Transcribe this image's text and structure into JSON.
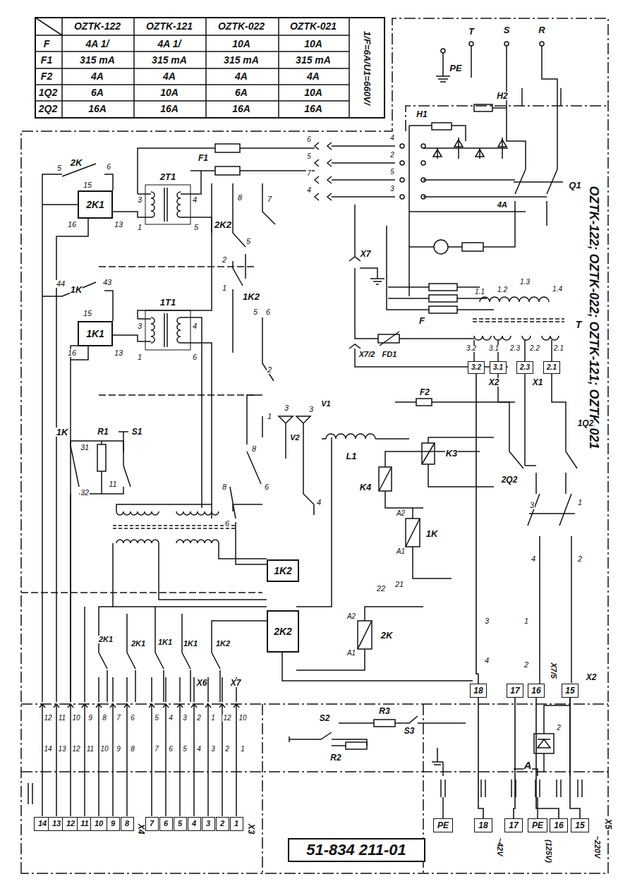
{
  "diagram": {
    "nodes": [
      {
        "text": [
          "2K1"
        ]
      },
      {
        "text": [
          "1K1"
        ]
      },
      {
        "text": [
          "1K2"
        ]
      },
      {
        "text": [
          "2K2"
        ]
      },
      {
        "text": [
          "3.2"
        ]
      },
      {
        "text": [
          "3.1"
        ]
      },
      {
        "text": [
          "2.3"
        ]
      },
      {
        "text": [
          "2.1"
        ]
      },
      {
        "text": [
          "18"
        ]
      },
      {
        "text": [
          "17"
        ]
      },
      {
        "text": [
          "16"
        ]
      },
      {
        "text": [
          "15"
        ]
      },
      {
        "text": [
          "PE"
        ]
      },
      {
        "text": [
          "18"
        ]
      },
      {
        "text": [
          "17"
        ]
      },
      {
        "text": [
          "PE"
        ]
      },
      {
        "text": [
          "16"
        ]
      },
      {
        "text": [
          "15"
        ]
      },
      {
        "text": [
          "14"
        ]
      },
      {
        "text": [
          "13"
        ]
      },
      {
        "text": [
          "12"
        ]
      },
      {
        "text": [
          "11"
        ]
      },
      {
        "text": [
          "10"
        ]
      },
      {
        "text": [
          "9"
        ]
      },
      {
        "text": [
          "8"
        ]
      },
      {
        "text": [
          "7"
        ]
      },
      {
        "text": [
          "6"
        ]
      },
      {
        "text": [
          "5"
        ]
      },
      {
        "text": [
          "4"
        ]
      },
      {
        "text": [
          "3"
        ]
      },
      {
        "text": [
          "2"
        ]
      },
      {
        "text": [
          "1"
        ]
      },
      {
        "text": [
          "51-834 211-01"
        ]
      }
    ],
    "edges": [
      {
        "from": 4,
        "to": 8,
        "arrow": "none"
      },
      {
        "from": 8,
        "to": 13,
        "arrow": "none"
      },
      {
        "from": 9,
        "to": 14,
        "arrow": "none"
      },
      {
        "from": 10,
        "to": 16,
        "arrow": "none"
      },
      {
        "from": 11,
        "to": 17,
        "arrow": "none"
      }
    ],
    "labels": [
      "OZTK-122",
      "OZTK-121",
      "OZTK-022",
      "OZTK-021",
      "F",
      "4A 1/",
      "4A 1/",
      "10A",
      "10A",
      "F1",
      "315 mA",
      "315 mA",
      "315 mA",
      "315 mA",
      "F2",
      "4A",
      "4A",
      "4A",
      "4A",
      "1Q2",
      "6A",
      "10A",
      "6A",
      "10A",
      "2Q2",
      "16A",
      "16A",
      "16A",
      "16A",
      "1/F=6A/U1=660V/",
      "OZTK-122; OZTK-022; OZTK-121; OZTK-021",
      "PE",
      "T",
      "S",
      "R",
      "2K",
      "5",
      "6",
      "15",
      "16",
      "13",
      "2T1",
      "3",
      "1",
      "4",
      "5",
      "1K",
      "44",
      "43",
      "15",
      "16",
      "13",
      "1T1",
      "3",
      "1",
      "4",
      "6",
      "1K",
      "31",
      "32",
      "R1",
      "11",
      "S1",
      "F1",
      "2K2",
      "8",
      "7",
      "5",
      "2",
      "1",
      "1K2",
      "5",
      "6",
      "2",
      "1",
      "8",
      "6",
      "8",
      "6",
      "V2",
      "V1",
      "3",
      "3",
      "4",
      "L1",
      "X7",
      "X7/2",
      "FD1",
      "F2",
      "F",
      "T",
      "1.1",
      "1.2",
      "1.3",
      "1.4",
      "3.2",
      "3.1",
      "2.3",
      "2.2",
      "2.1",
      "X2",
      "X1",
      "Q1",
      "4A",
      "H1",
      "H2",
      "K3",
      "K4",
      "1K",
      "A2",
      "A1",
      "2K",
      "A2",
      "A1",
      "2Q2",
      "1Q2",
      "3",
      "4",
      "1",
      "2",
      "3",
      "4",
      "1",
      "2",
      "22",
      "21",
      "X7/5",
      "X2",
      "S2",
      "R3",
      "S3",
      "R2",
      "A",
      "2",
      "~42V",
      "(125V)",
      "~220V",
      "X5",
      "X4",
      "X3",
      "X6",
      "X7",
      "2K1",
      "2K1",
      "1K1",
      "1K1",
      "1K2",
      "12",
      "11",
      "10",
      "9",
      "8",
      "7",
      "6",
      "5",
      "4",
      "3",
      "2",
      "1",
      "12",
      "10",
      "14",
      "13",
      "12",
      "11",
      "10",
      "9",
      "8",
      "7",
      "6",
      "5",
      "4",
      "3",
      "2",
      "1",
      "6",
      "5",
      "7",
      "4",
      "4",
      "2",
      "5",
      "3"
    ]
  }
}
